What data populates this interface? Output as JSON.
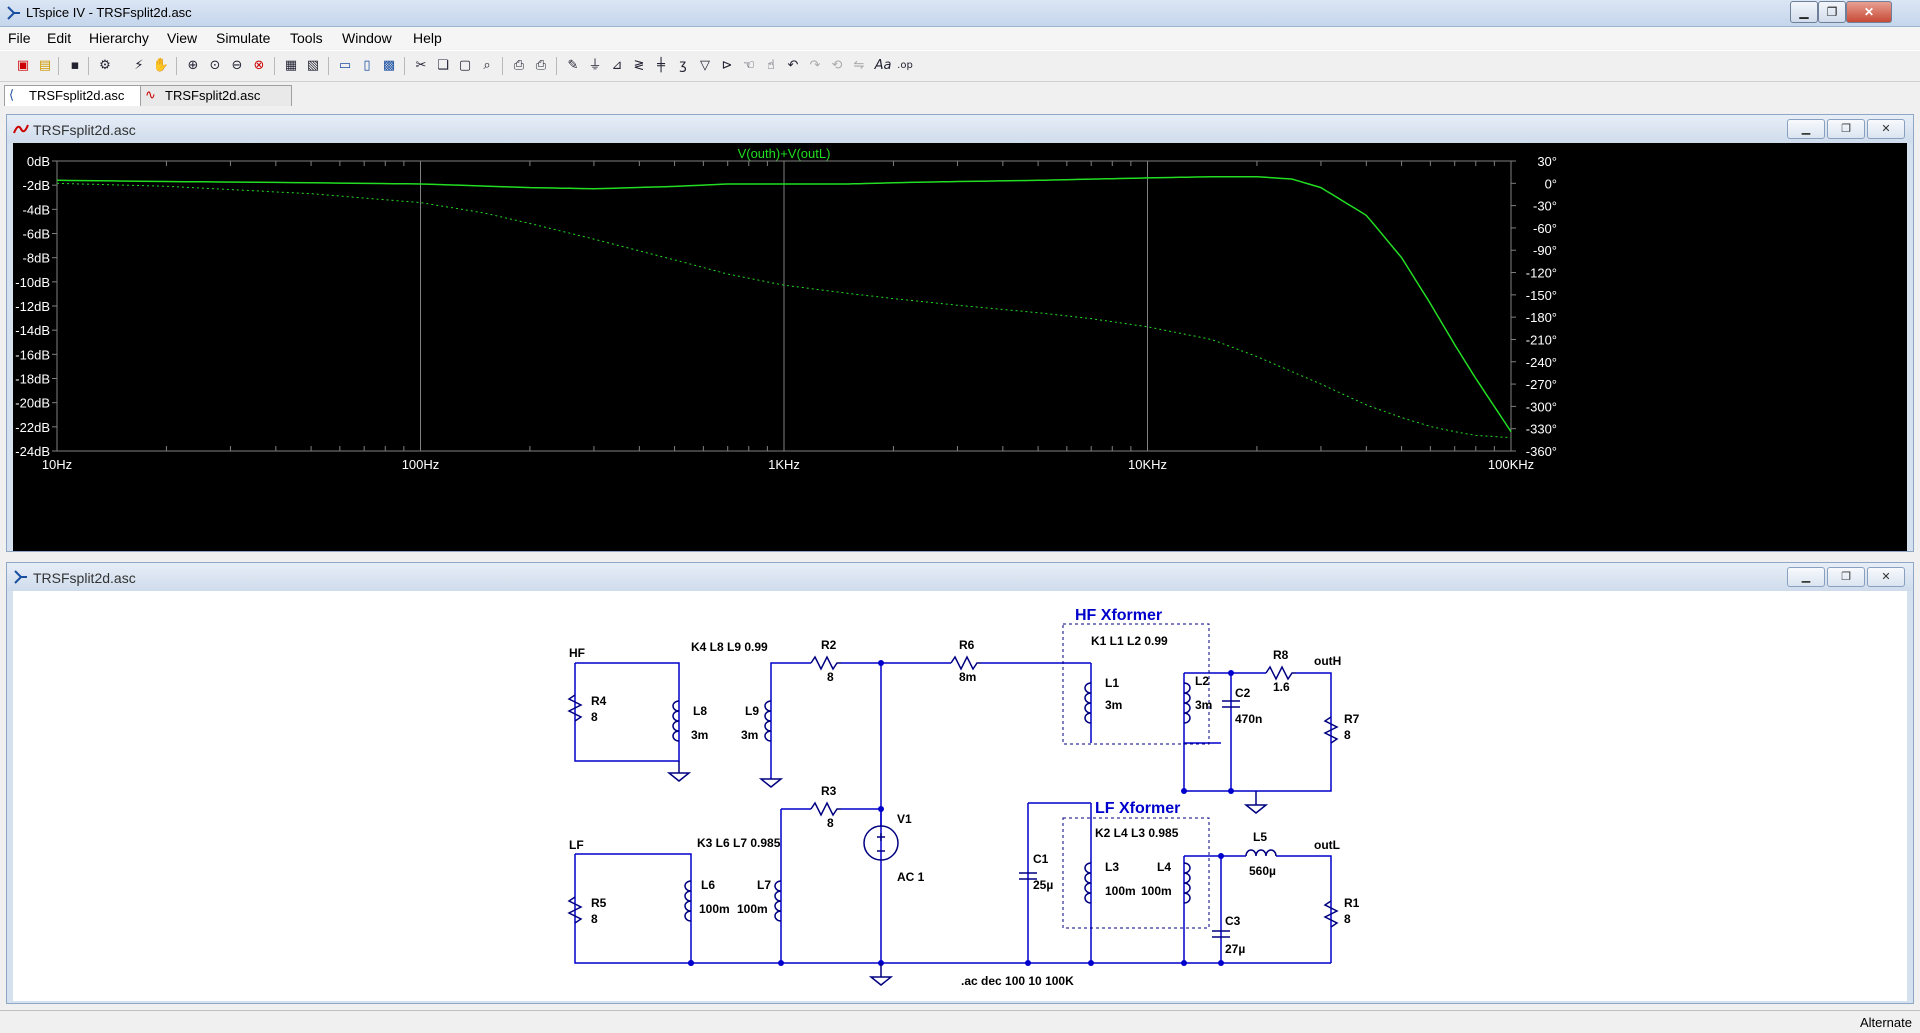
{
  "window": {
    "title": "LTspice IV - TRSFsplit2d.asc"
  },
  "menu": [
    "File",
    "Edit",
    "Hierarchy",
    "View",
    "Simulate",
    "Tools",
    "Window",
    "Help"
  ],
  "tabs": [
    {
      "label": "TRSFsplit2d.asc"
    },
    {
      "label": "TRSFsplit2d.asc"
    }
  ],
  "plot_pane": {
    "title": "TRSFsplit2d.asc"
  },
  "schematic_pane": {
    "title": "TRSFsplit2d.asc"
  },
  "status": {
    "text": "Alternate"
  },
  "colors": {
    "trace": "#22dd22",
    "wire": "#0000cc",
    "component": "#000080",
    "plot_bg": "#000000",
    "grid": "#808080"
  },
  "chart_data": {
    "type": "line",
    "title": "V(outh)+V(outL)",
    "x_scale": "log",
    "xlim": [
      10,
      100000
    ],
    "x_ticks": [
      {
        "v": 10,
        "label": "10Hz"
      },
      {
        "v": 100,
        "label": "100Hz"
      },
      {
        "v": 1000,
        "label": "1KHz"
      },
      {
        "v": 10000,
        "label": "10KHz"
      },
      {
        "v": 100000,
        "label": "100KHz"
      }
    ],
    "ylim_left": [
      -24,
      0
    ],
    "y_left_ticks": [
      "0dB",
      "-2dB",
      "-4dB",
      "-6dB",
      "-8dB",
      "-10dB",
      "-12dB",
      "-14dB",
      "-16dB",
      "-18dB",
      "-20dB",
      "-22dB",
      "-24dB"
    ],
    "ylim_right": [
      -360,
      30
    ],
    "y_right_ticks": [
      "30°",
      "0°",
      "-30°",
      "-60°",
      "-90°",
      "-120°",
      "-150°",
      "-180°",
      "-210°",
      "-240°",
      "-270°",
      "-300°",
      "-330°",
      "-360°"
    ],
    "series": [
      {
        "kind": "magnitude",
        "axis": "left",
        "style": "solid",
        "x": [
          10,
          20,
          50,
          100,
          200,
          300,
          500,
          700,
          1000,
          1500,
          2000,
          3000,
          5000,
          7000,
          10000,
          15000,
          20000,
          25000,
          30000,
          40000,
          50000,
          60000,
          70000,
          80000,
          100000
        ],
        "y": [
          -1.6,
          -1.7,
          -1.8,
          -1.9,
          -2.2,
          -2.3,
          -2.1,
          -1.9,
          -1.9,
          -1.9,
          -1.8,
          -1.7,
          -1.6,
          -1.5,
          -1.4,
          -1.3,
          -1.3,
          -1.5,
          -2.2,
          -4.5,
          -8.0,
          -11.8,
          -15.2,
          -18.0,
          -22.4
        ]
      },
      {
        "kind": "phase",
        "axis": "right",
        "style": "dashed",
        "x": [
          10,
          20,
          50,
          100,
          150,
          200,
          300,
          500,
          700,
          1000,
          1500,
          2000,
          3000,
          5000,
          7000,
          10000,
          15000,
          20000,
          30000,
          40000,
          50000,
          60000,
          70000,
          80000,
          100000
        ],
        "y": [
          0,
          -4,
          -14,
          -26,
          -40,
          -54,
          -75,
          -103,
          -122,
          -137,
          -148,
          -155,
          -164,
          -174,
          -182,
          -193,
          -210,
          -233,
          -270,
          -298,
          -315,
          -327,
          -334,
          -339,
          -342
        ]
      }
    ]
  },
  "schematic": {
    "labels": {
      "HF": "HF",
      "LF": "LF",
      "outH": "outH",
      "outL": "outL",
      "HFX": "HF Xformer",
      "LFX": "LF Xformer",
      "K4": "K4 L8 L9 0.99",
      "K3": "K3 L6 L7 0.985",
      "K1": "K1 L1 L2 0.99",
      "K2": "K2 L4 L3 0.985",
      "ac": ".ac dec 100 10 100K",
      "R4": "R4",
      "R4v": "8",
      "R5": "R5",
      "R5v": "8",
      "R2": "R2",
      "R2v": "8",
      "R3": "R3",
      "R3v": "8",
      "R6": "R6",
      "R6v": "8m",
      "R8": "R8",
      "R8v": "1.6",
      "R7": "R7",
      "R7v": "8",
      "R1": "R1",
      "R1v": "8",
      "L8": "L8",
      "L8v": "3m",
      "L9": "L9",
      "L9v": "3m",
      "L6": "L6",
      "L6v": "100m",
      "L7": "L7",
      "L7v": "100m",
      "L1": "L1",
      "L1v": "3m",
      "L2": "L2",
      "L2v": "3m",
      "L3": "L3",
      "L3v": "100m",
      "L4": "L4",
      "L4v": "100m",
      "L5": "L5",
      "L5v": "560µ",
      "C1": "C1",
      "C1v": "25µ",
      "C2": "C2",
      "C2v": "470n",
      "C3": "C3",
      "C3v": "27µ",
      "V1": "V1",
      "V1v": "AC 1"
    }
  }
}
